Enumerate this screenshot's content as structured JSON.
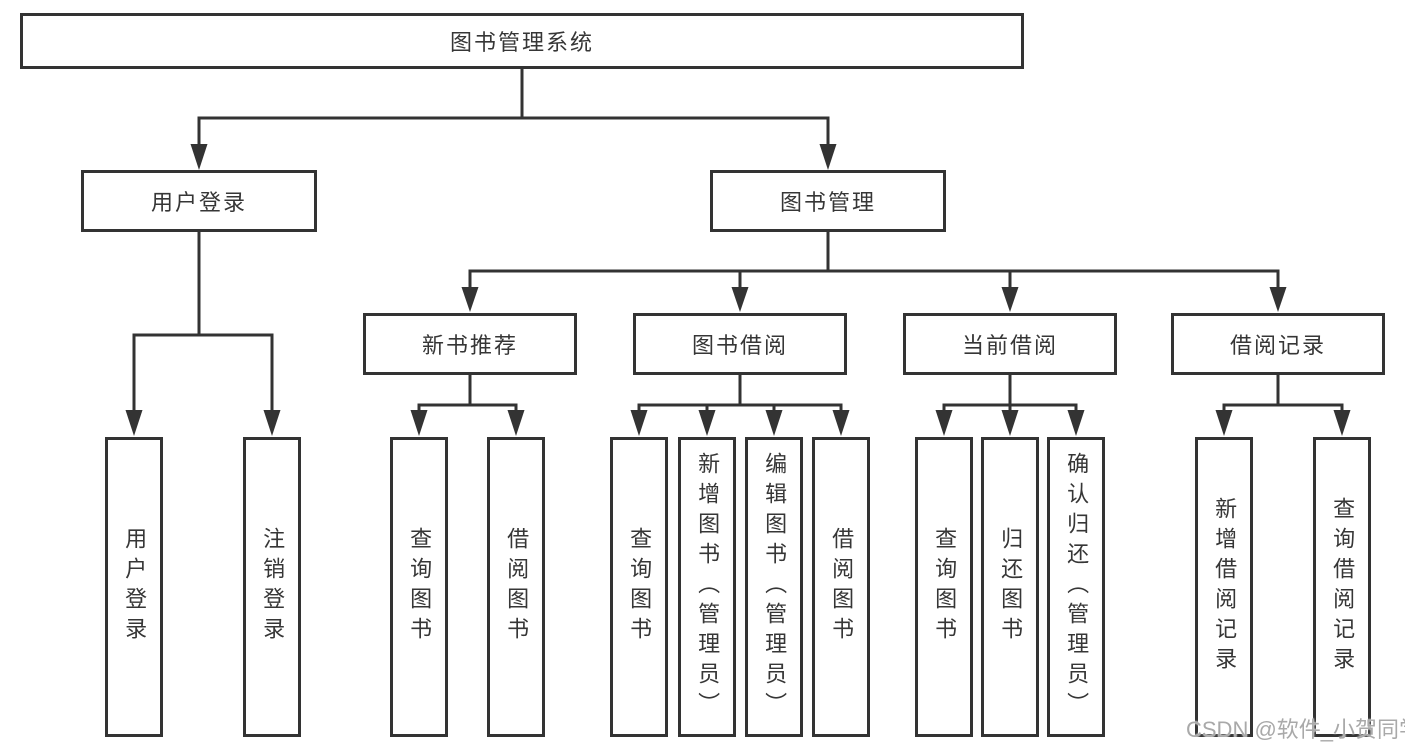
{
  "diagram": {
    "root": {
      "label": "图书管理系统"
    },
    "branches": [
      {
        "label": "用户登录",
        "children": [
          {
            "label": "用户登录"
          },
          {
            "label": "注销登录"
          }
        ]
      },
      {
        "label": "图书管理",
        "children": [
          {
            "label": "新书推荐",
            "children": [
              {
                "label": "查询图书"
              },
              {
                "label": "借阅图书"
              }
            ]
          },
          {
            "label": "图书借阅",
            "children": [
              {
                "label": "查询图书"
              },
              {
                "label": "新增图书（管理员）"
              },
              {
                "label": "编辑图书（管理员）"
              },
              {
                "label": "借阅图书"
              }
            ]
          },
          {
            "label": "当前借阅",
            "children": [
              {
                "label": "查询图书"
              },
              {
                "label": "归还图书"
              },
              {
                "label": "确认归还（管理员）"
              }
            ]
          },
          {
            "label": "借阅记录",
            "children": [
              {
                "label": "新增借阅记录"
              },
              {
                "label": "查询借阅记录"
              }
            ]
          }
        ]
      }
    ]
  },
  "watermark": {
    "text": "CSDN @软件_小贺同学"
  },
  "colors": {
    "line": "#333333",
    "border": "#333333",
    "text": "#363636",
    "watermark": "#a9a9a9",
    "background": "#ffffff"
  }
}
